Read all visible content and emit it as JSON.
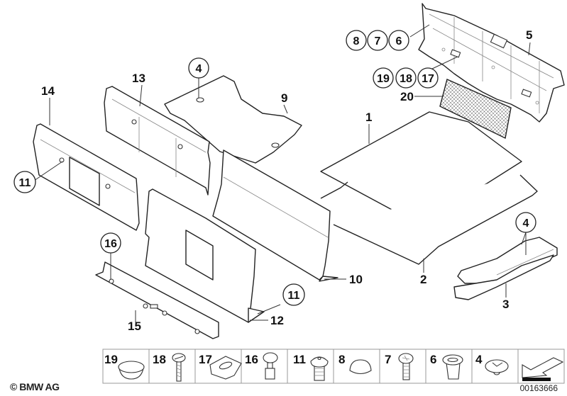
{
  "title": "BMW parts diagram - trunk trim panels and floor mats",
  "callouts": {
    "c1": "1",
    "c2": "2",
    "c3": "3",
    "c4a": "4",
    "c4b": "4",
    "c5": "5",
    "c6": "6",
    "c7": "7",
    "c8": "8",
    "c9": "9",
    "c10": "10",
    "c11a": "11",
    "c11b": "11",
    "c12": "12",
    "c13": "13",
    "c14": "14",
    "c15": "15",
    "c16": "16",
    "c17": "17",
    "c18": "18",
    "c19": "19",
    "c20": "20"
  },
  "fastener_legend": [
    {
      "number": "19",
      "icon": "cap-plug-icon"
    },
    {
      "number": "18",
      "icon": "slotted-screw-icon"
    },
    {
      "number": "17",
      "icon": "clip-nut-icon"
    },
    {
      "number": "16",
      "icon": "expanding-rivet-icon"
    },
    {
      "number": "11",
      "icon": "push-pin-icon"
    },
    {
      "number": "8",
      "icon": "dome-cap-icon"
    },
    {
      "number": "7",
      "icon": "phillips-screw-icon"
    },
    {
      "number": "6",
      "icon": "grommet-icon"
    },
    {
      "number": "4",
      "icon": "spreading-rivet-icon"
    },
    {
      "number": "",
      "icon": "direction-arrow-icon"
    }
  ],
  "footer": {
    "copyright": "© BMW AG",
    "document_number": "00163666"
  }
}
